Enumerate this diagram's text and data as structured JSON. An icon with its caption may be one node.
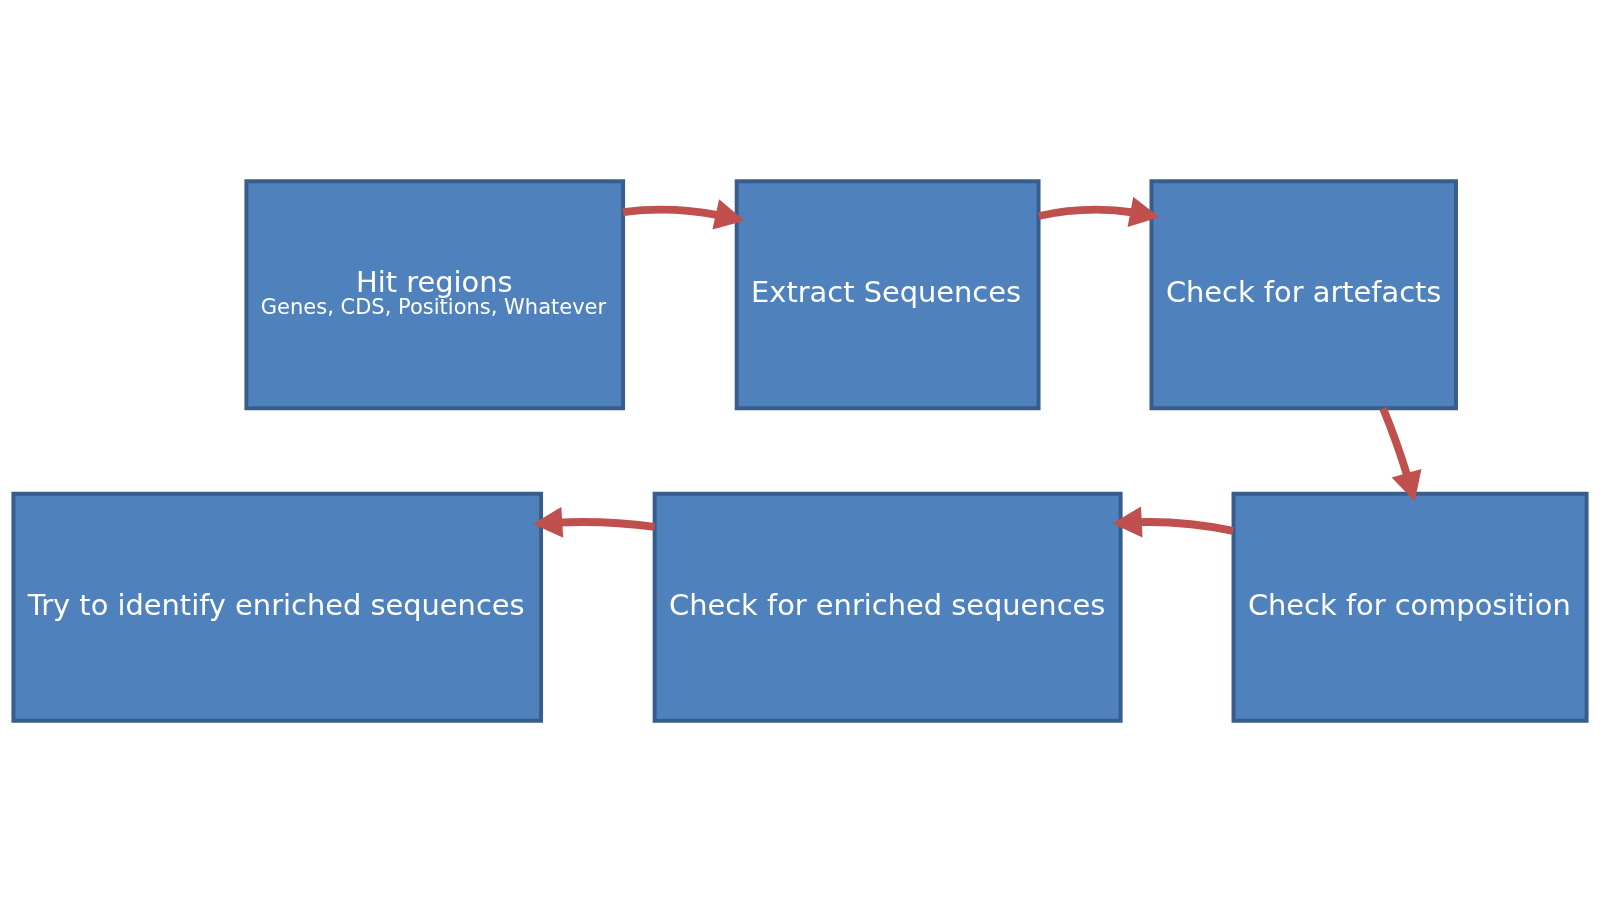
{
  "diagram": {
    "nodes": [
      {
        "text": [
          "Hit regions",
          "Genes, CDS, Positions, Whatever"
        ]
      },
      {
        "text": [
          "Extract Sequences"
        ]
      },
      {
        "text": [
          "Check for artefacts"
        ]
      },
      {
        "text": [
          "Try to identify enriched sequences"
        ]
      },
      {
        "text": [
          "Check for enriched sequences"
        ]
      },
      {
        "text": [
          "Check for composition"
        ]
      }
    ],
    "edges": [
      {
        "from": 0,
        "to": 1,
        "arrow": "to"
      },
      {
        "from": 1,
        "to": 2,
        "arrow": "to"
      },
      {
        "from": 2,
        "to": 5,
        "arrow": "to"
      },
      {
        "from": 5,
        "to": 4,
        "arrow": "to"
      },
      {
        "from": 4,
        "to": 3,
        "arrow": "to"
      }
    ]
  }
}
